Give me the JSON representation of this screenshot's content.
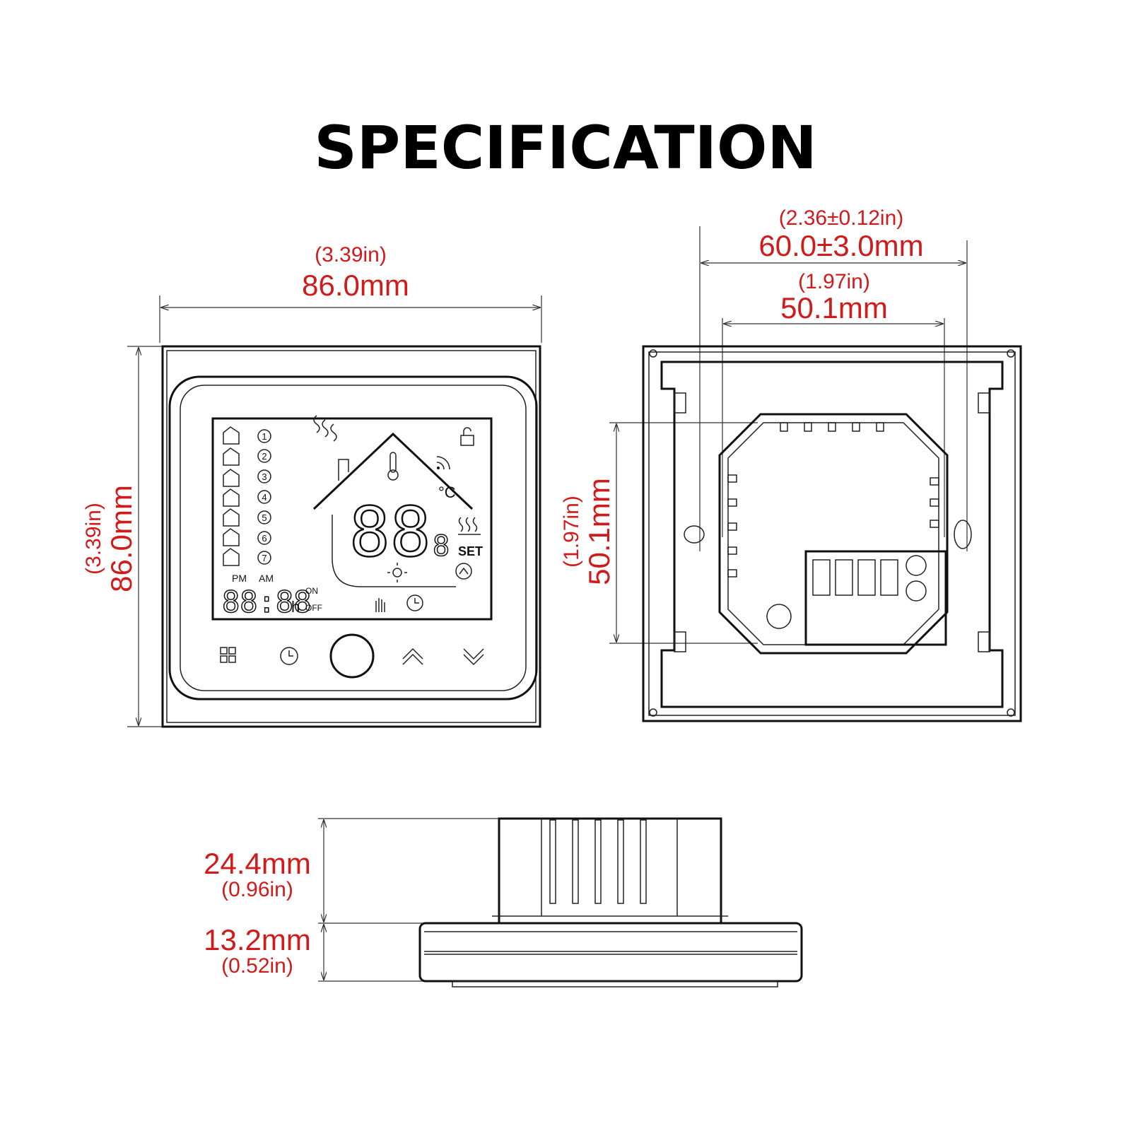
{
  "title": "SPECIFICATION",
  "front_view": {
    "width_in": "(3.39in)",
    "width_mm": "86.0mm",
    "height_in": "(3.39in)",
    "height_mm": "86.0mm",
    "lcd": {
      "pm": "PM",
      "am": "AM",
      "on": "ON",
      "off": "OFF",
      "time_digits": "88:88",
      "hour_unit": "h",
      "temp_digits": "88",
      "decimal_digit": "8",
      "celsius": "°C",
      "set": "SET",
      "programs": [
        "1",
        "2",
        "3",
        "4",
        "5",
        "6",
        "7"
      ]
    },
    "buttons": [
      "menu",
      "clock",
      "power",
      "up",
      "down"
    ]
  },
  "back_view": {
    "outer_in": "(2.36±0.12in)",
    "outer_mm": "60.0±3.0mm",
    "inner_in": "(1.97in)",
    "inner_mm": "50.1mm",
    "height_in": "(1.97in)",
    "height_mm": "50.1mm"
  },
  "side_view": {
    "depth1_mm": "24.4mm",
    "depth1_in": "(0.96in)",
    "depth2_mm": "13.2mm",
    "depth2_in": "(0.52in)"
  },
  "colors": {
    "dimension": "#d11a1a",
    "line": "#111111"
  }
}
